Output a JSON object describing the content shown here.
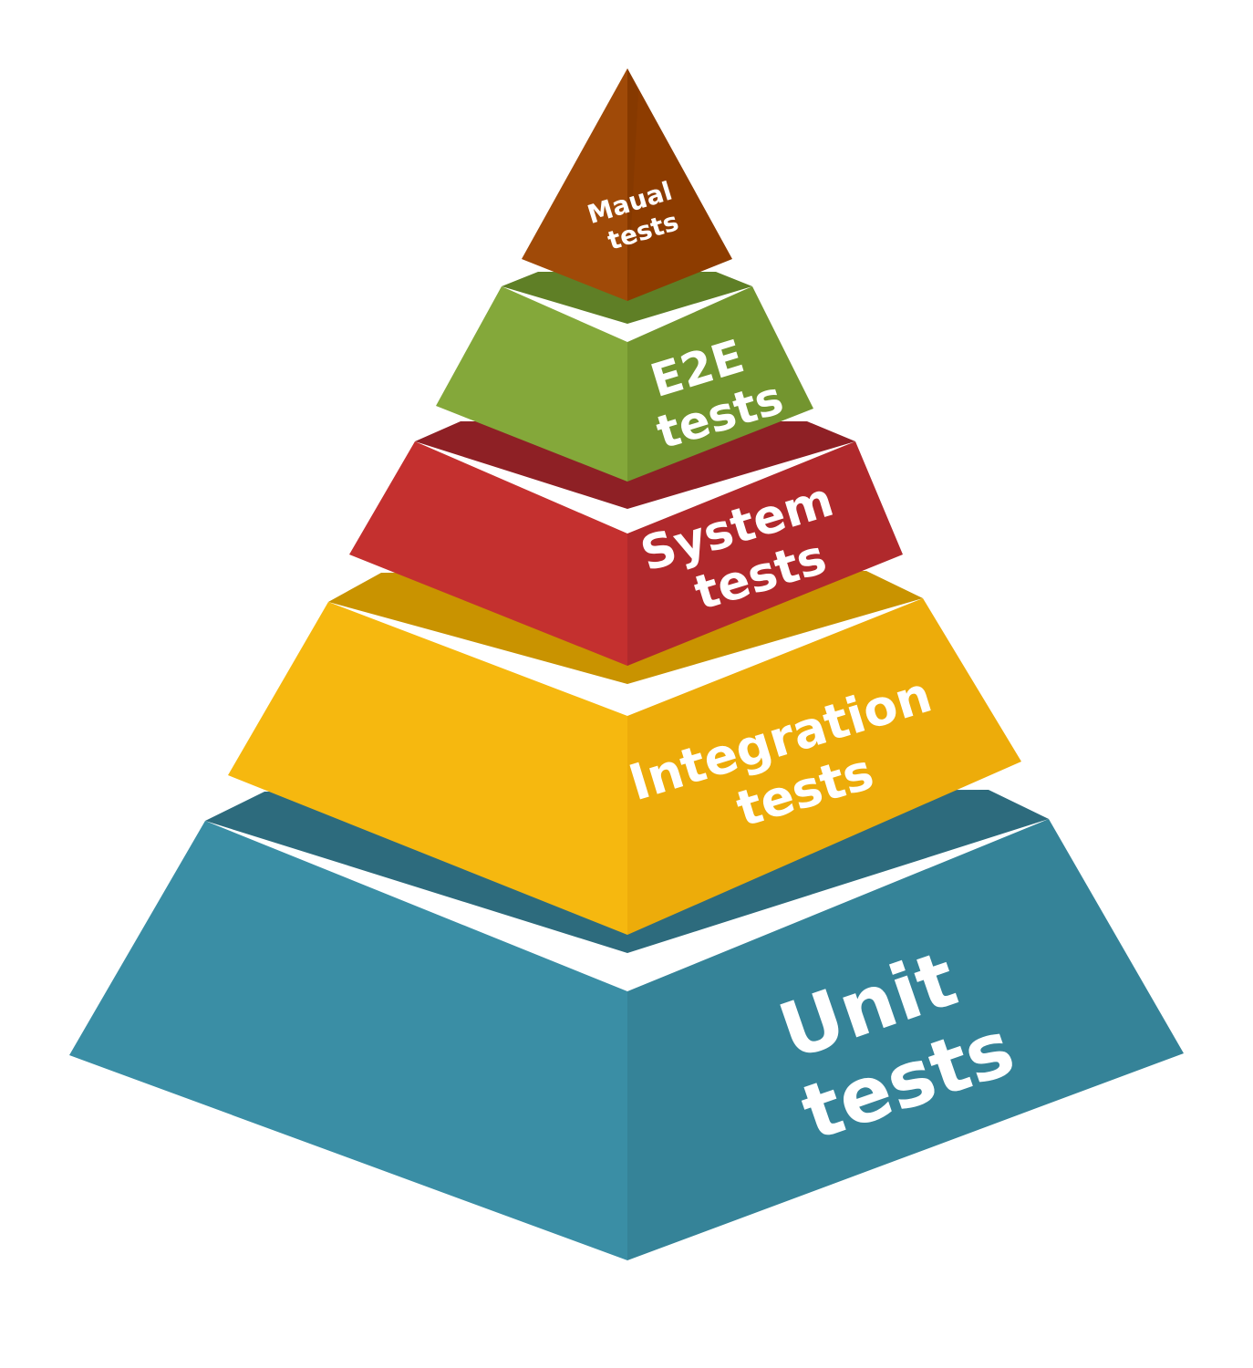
{
  "diagram": {
    "layers": [
      {
        "id": "manual",
        "label_lines": [
          "Maual",
          "tests"
        ],
        "colors": {
          "top": "#7a3500",
          "left": "#a04a08",
          "right": "#8d3c00"
        }
      },
      {
        "id": "e2e",
        "label_lines": [
          "E2E",
          "tests"
        ],
        "colors": {
          "top": "#5f7f26",
          "left": "#84a83a",
          "right": "#73952f"
        }
      },
      {
        "id": "system",
        "label_lines": [
          "System",
          "tests"
        ],
        "colors": {
          "top": "#8e2025",
          "left": "#c4302f",
          "right": "#b0292c"
        }
      },
      {
        "id": "integration",
        "label_lines": [
          "Integration",
          "tests"
        ],
        "colors": {
          "top": "#c99300",
          "left": "#f6b80f",
          "right": "#edac0a"
        }
      },
      {
        "id": "unit",
        "label_lines": [
          "Unit",
          "tests"
        ],
        "colors": {
          "top": "#2d6b7d",
          "left": "#3a8ea5",
          "right": "#358398"
        }
      }
    ]
  }
}
